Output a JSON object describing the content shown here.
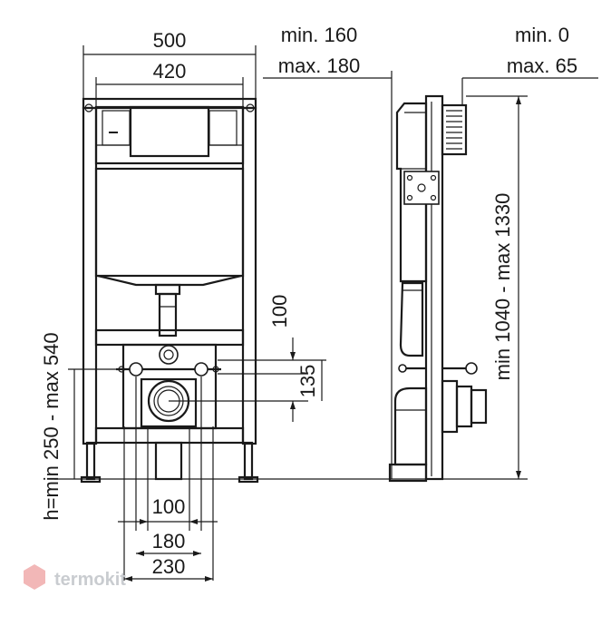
{
  "dimensions": {
    "width_outer": "500",
    "width_inner": "420",
    "depth_min": "min. 160",
    "depth_max": "max. 180",
    "offset_min": "min. 0",
    "offset_max": "max. 65",
    "height_range": "min 1040 - max 1330",
    "h_range": "h=min 250 - max 540",
    "vert_100": "100",
    "vert_135": "135",
    "bottom_100": "100",
    "bottom_180": "180",
    "bottom_230": "230"
  },
  "watermark": {
    "brand": "termokit"
  },
  "colors": {
    "line": "#1a1a1a",
    "watermark": "#c9ccd0",
    "watermark_logo": "#f2b7b7"
  }
}
